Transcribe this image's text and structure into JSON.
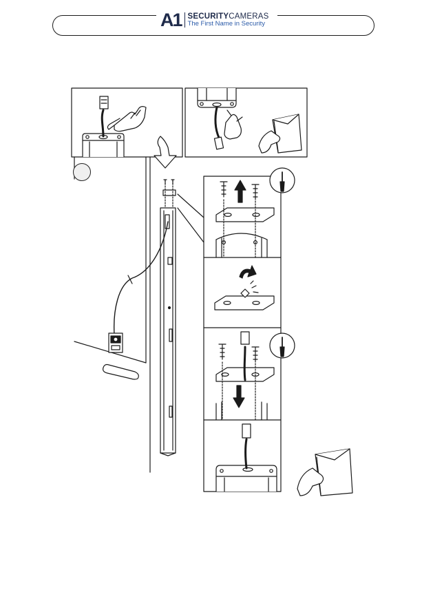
{
  "header": {
    "logo_mark": "A1",
    "brand_bold": "SECURITY",
    "brand_light": "CAMERAS",
    "tagline": "The First Name in Security"
  },
  "colors": {
    "brand_navy": "#1e2a4a",
    "tagline_blue": "#2a5aa8",
    "line": "#1a1a1a"
  },
  "icons": [
    "hand-point-icon",
    "hand-peel-icon",
    "screwdriver-icon",
    "arrow-up-icon",
    "arrow-down-icon",
    "rotate-arrow-icon"
  ]
}
